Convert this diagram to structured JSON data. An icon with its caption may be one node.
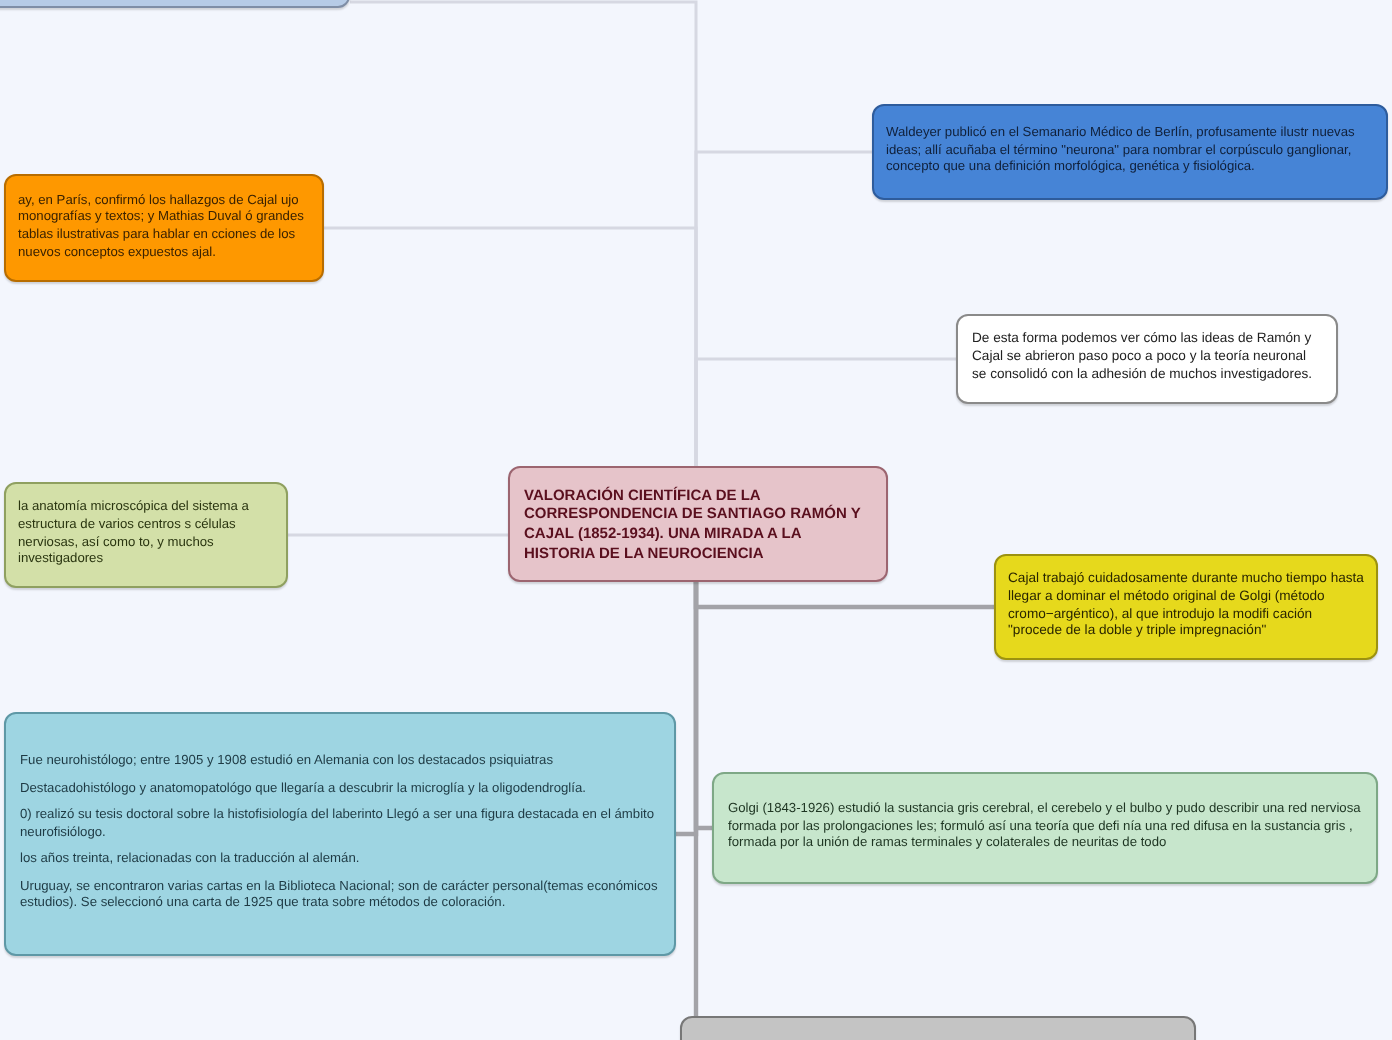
{
  "diagram": {
    "nodes": [
      {
        "text": [],
        "shape": "box"
      },
      {
        "text": [
          "Waldeyer publicó en el Semanario Médico de Berlín, profusamente ilustr nuevas ideas; allí acuñaba el término \"neurona\" para nombrar el corpúsculo ganglionar, concepto que una definición morfológica, genética y fisiológica."
        ]
      },
      {
        "text": [
          "ay, en París, confirmó los hallazgos de Cajal ujo monografías y textos; y Mathias Duval ó grandes tablas ilustrativas para hablar en cciones de los nuevos conceptos expuestos ajal."
        ]
      },
      {
        "text": [
          "De esta forma podemos ver cómo las ideas de Ramón y Cajal se abrieron paso poco a poco y la teoría neuronal se consolidó con la adhesión de muchos investigadores."
        ]
      },
      {
        "text": [
          "la anatomía microscópica del sistema a estructura de varios centros s células nerviosas, así como to, y muchos investigadores"
        ]
      },
      {
        "text": [
          "VALORACIÓN CIENTÍFICA DE LA CORRESPONDENCIA DE SANTIAGO RAMÓN Y CAJAL (1852-1934). UNA MIRADA A LA HISTORIA DE LA NEUROCIENCIA"
        ]
      },
      {
        "text": [
          "Cajal trabajó cuidadosamente durante mucho tiempo hasta llegar a dominar el método original de Golgi (método cromo−argéntico), al que introdujo la modifi cación \"procede de la doble y triple impregnación\""
        ]
      },
      {
        "text": [
          "Fue neurohistólogo; entre 1905 y 1908 estudió en Alemania con los destacados psiquiatras",
          "Destacadohistólogo y anatomopatológo que llegaría a descubrir la microglía y la oligodendroglía.",
          "0) realizó su tesis doctoral sobre la histofisiología del laberinto Llegó a ser una figura destacada en el ámbito neurofisiólogo.",
          "los años treinta, relacionadas con la traducción al alemán.",
          "Uruguay, se encontraron varias cartas en la Biblioteca Nacional; son de carácter personal(temas económicos estudios). Se seleccionó una carta de 1925 que trata sobre métodos de coloración."
        ]
      },
      {
        "text": [
          "Golgi (1843-1926) estudió la sustancia gris cerebral, el cerebelo y el bulbo y pudo describir una red nerviosa formada por las prolongaciones les; formuló así una teoría que defi nía una red difusa en la sustancia gris , formada por la unión de ramas terminales y colaterales de neuritas de todo"
        ]
      },
      {
        "text": [],
        "shape": "box"
      }
    ],
    "edges": [
      {
        "from": 5,
        "to": 0,
        "arrow": "none"
      },
      {
        "from": 5,
        "to": 1,
        "arrow": "none"
      },
      {
        "from": 5,
        "to": 2,
        "arrow": "none"
      },
      {
        "from": 5,
        "to": 3,
        "arrow": "none"
      },
      {
        "from": 5,
        "to": 4,
        "arrow": "none"
      },
      {
        "from": 5,
        "to": 6,
        "arrow": "none"
      },
      {
        "from": 5,
        "to": 7,
        "arrow": "none"
      },
      {
        "from": 5,
        "to": 8,
        "arrow": "none"
      },
      {
        "from": 5,
        "to": 9,
        "arrow": "none"
      }
    ]
  }
}
